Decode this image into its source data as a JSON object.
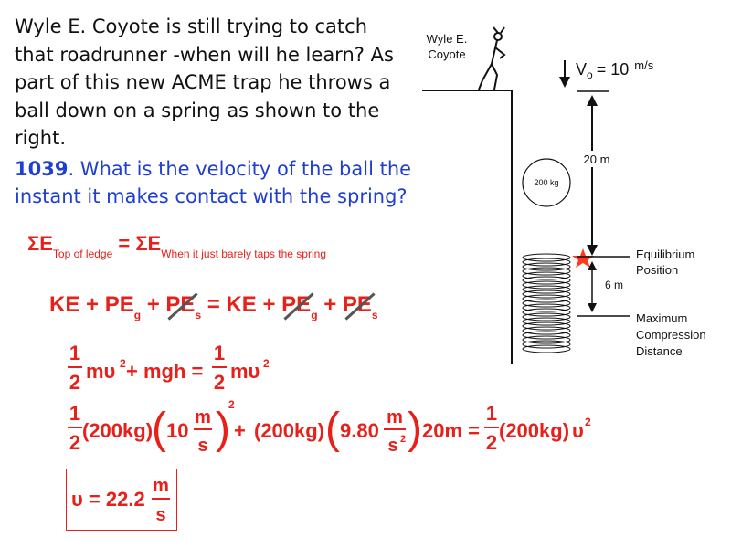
{
  "intro": {
    "text": "Wyle E. Coyote is still trying to catch that roadrunner -when will he learn? As part of this new ACME trap he throws a ball down on a spring as shown to the right."
  },
  "question": {
    "number": "1039",
    "text": ". What is the velocity of the ball the instant it makes contact with the spring?"
  },
  "diagram": {
    "character_label_line1": "Wyle E.",
    "character_label_line2": "Coyote",
    "initial_velocity_label": "V",
    "initial_velocity_sub": "o",
    "initial_velocity_value": "= 10",
    "initial_velocity_unit": "m/s",
    "height_label": "20 m",
    "ball_label": "200 kg",
    "equilibrium_line1": "Equilibrium",
    "equilibrium_line2": "Position",
    "compression_label": "6 m",
    "max_line1": "Maximum",
    "max_line2": "Compression",
    "max_line3": "Distance"
  },
  "equations": {
    "energy_sigma_left": "ΣE",
    "energy_sub_left": "Top of ledge",
    "energy_equals": " = ΣE",
    "energy_sub_right": "When it just barely taps the spring",
    "terms_ke1": "KE + PE",
    "terms_g1": "g",
    "terms_plus1": " + ",
    "terms_pe_s1": "PE",
    "terms_s1": "s",
    "terms_eq": " = KE + ",
    "terms_pe_g2": "PE",
    "terms_g2": "g",
    "terms_plus2": " + ",
    "terms_pe_s2": "PE",
    "terms_s2": "s",
    "one": "1",
    "two": "2",
    "m_upsilon": "mυ",
    "sq": "2",
    "plus_mgh": " + mgh = ",
    "mass": "(200kg)",
    "ten": "10",
    "m": "m",
    "s": "s",
    "plus": " + ",
    "gravity_value": "9.80",
    "twenty_m": "20m = ",
    "upsilon": "υ",
    "answer_lhs": "υ = 22.2"
  },
  "colors": {
    "question": "#1f3fd0",
    "equation": "#e8201a",
    "star": "#ff3b1f"
  }
}
